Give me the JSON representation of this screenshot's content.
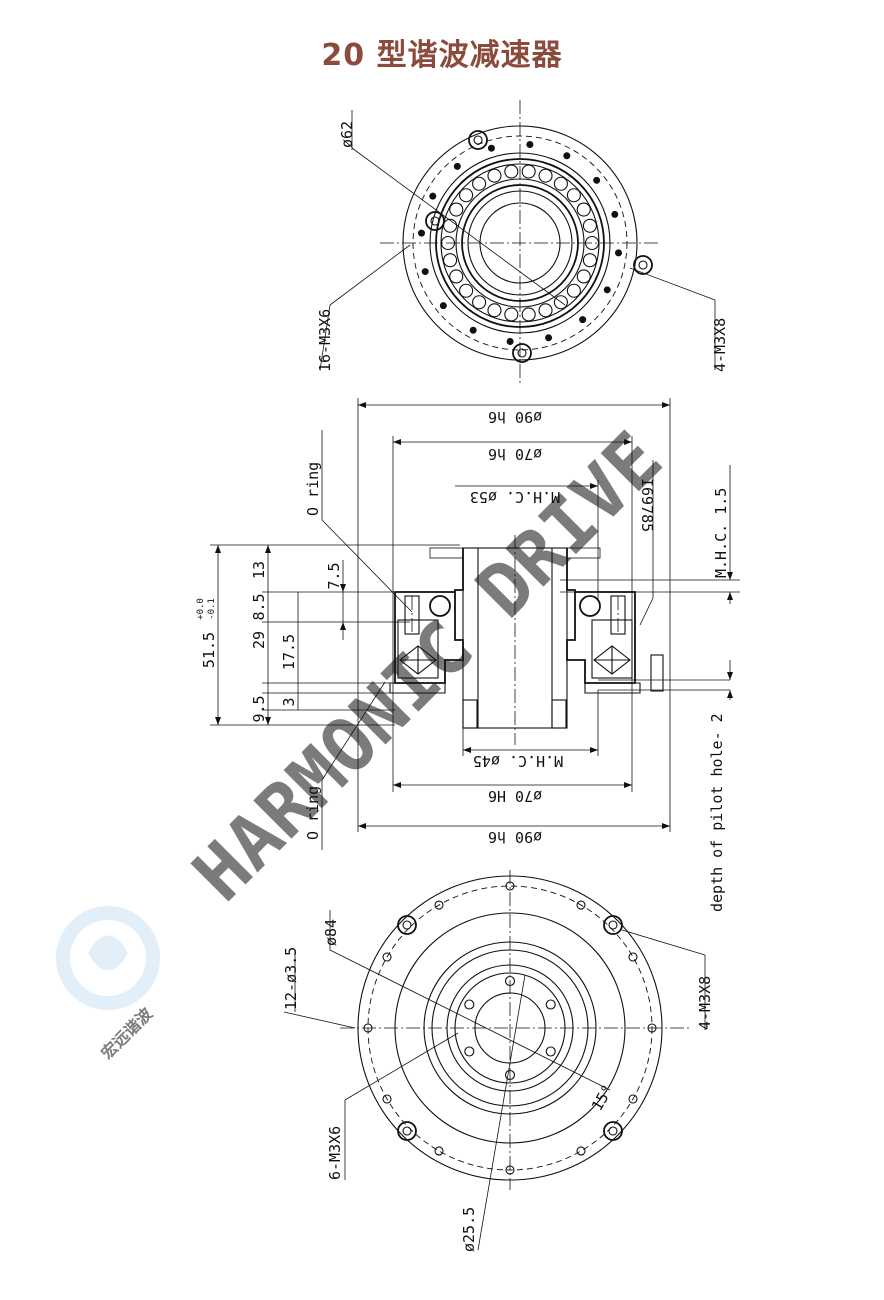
{
  "title": "20 型谐波减速器",
  "colors": {
    "title": "#8b4a3c",
    "line": "#111111",
    "watermark": "#cfe3f3"
  },
  "watermark": {
    "brand": "HARMONIC DRIVE",
    "logo_text": "宏远谐波"
  },
  "top_view": {
    "dia_label": "ø62",
    "left_label": "16-M3X6",
    "right_label": "4-M3X8"
  },
  "section_view": {
    "top_dims": [
      "ø90 h6",
      "ø70 h6",
      "M.H.C. ø53"
    ],
    "bottom_dims": [
      "M.H.C. ø45",
      "ø70 H6",
      "ø90 h6"
    ],
    "oring_top": "O ring",
    "oring_bottom": "O ring",
    "part_no": "I69785",
    "mhc": "M.H.C. 1.5",
    "pilot": "depth of pilot hole- 2",
    "heights": [
      "13",
      "8.5",
      "29",
      "17.5",
      "3",
      "9.5"
    ],
    "dim_7_5": "7.5",
    "total_height": "51.5",
    "tol_upper": "+0.0",
    "tol_lower": "-0.1"
  },
  "bottom_view": {
    "dia_outer": "ø84",
    "holes_12": "12-ø3.5",
    "holes_6": "6-M3X6",
    "holes_4": "4-M3X8",
    "angle": "15°",
    "dia_inner": "ø25.5"
  }
}
